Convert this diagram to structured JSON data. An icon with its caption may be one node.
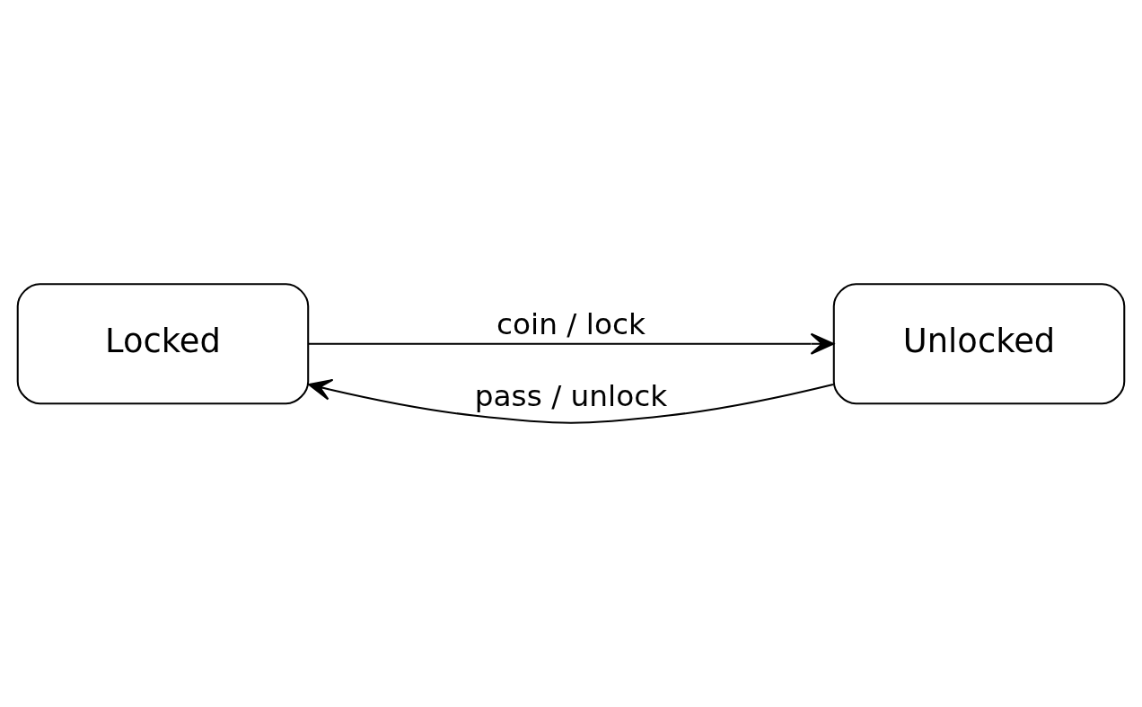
{
  "diagram": {
    "nodes": [
      {
        "text": [
          "Locked"
        ]
      },
      {
        "text": [
          "Unlocked"
        ]
      }
    ],
    "edges": [
      {
        "from": 0,
        "to": 1,
        "arrow": "to",
        "label": "coin / lock"
      },
      {
        "from": 1,
        "to": 0,
        "arrow": "to",
        "label": "pass / unlock"
      }
    ]
  }
}
